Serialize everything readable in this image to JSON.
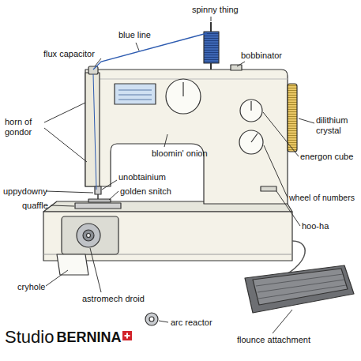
{
  "diagram": {
    "labels": [
      "spinny thing",
      "blue line",
      "bobbinator",
      "flux capacitor",
      "horn of gondor",
      "dilithium crystal",
      "bloomin' onion",
      "energon cube",
      "unobtainium",
      "uppydowny",
      "golden snitch",
      "wheel of numbers",
      "quaffle",
      "hoo-ha",
      "cryhole",
      "astromech droid",
      "arc reactor",
      "flounce attachment",
      "Studio",
      "BERNINA"
    ]
  }
}
